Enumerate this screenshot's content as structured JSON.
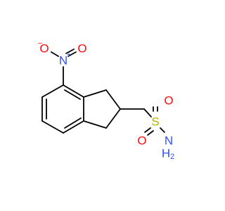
{
  "molecule": {
    "colors": {
      "bond": "#000000",
      "oxygen": "#ff0d0d",
      "nitrogen": "#3050f8",
      "sulfur": "#b2b200"
    },
    "atoms": {
      "nitro_o_left": "O",
      "nitro_o_left_charge": "−",
      "nitro_n": "N",
      "nitro_n_charge": "+",
      "nitro_o_right": "O",
      "sulfonyl_s": "S",
      "sulfonyl_o_top": "O",
      "sulfonyl_o_bottom": "O",
      "amide_n": "N",
      "amide_h2": "H",
      "amide_h2_count": "2"
    }
  }
}
